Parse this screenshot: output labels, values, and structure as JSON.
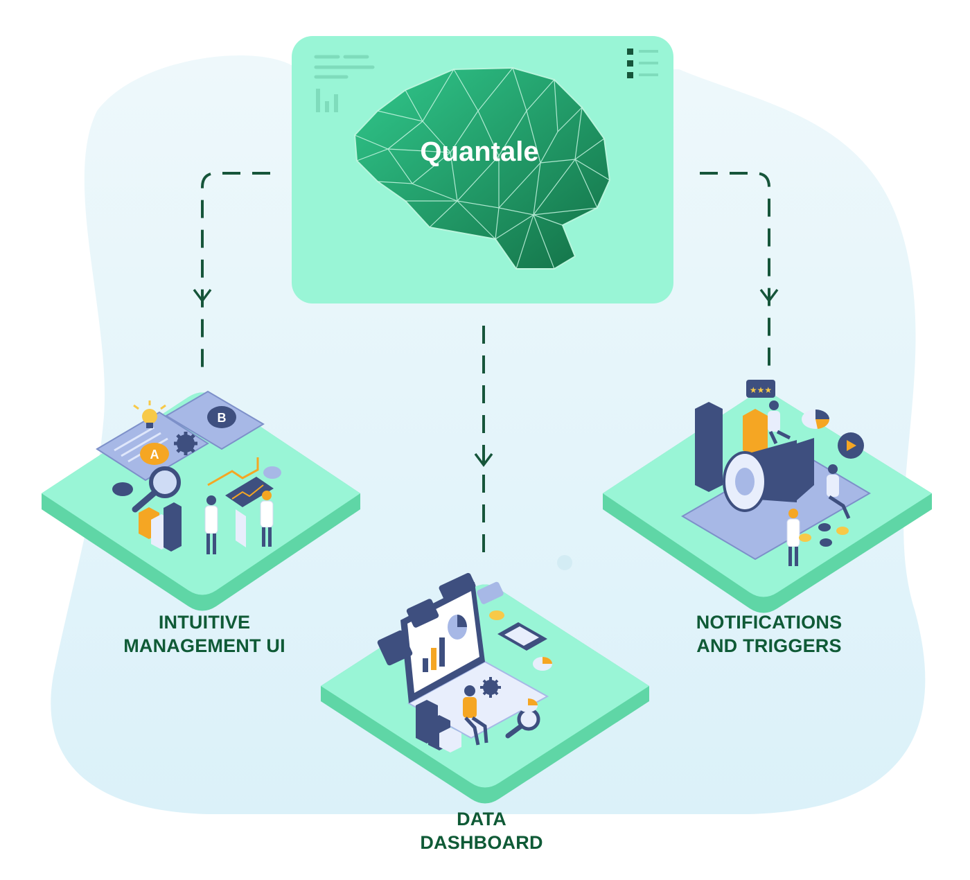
{
  "central": {
    "brand": "Quantale"
  },
  "nodes": {
    "left": {
      "line1": "INTUITIVE",
      "line2": "MANAGEMENT UI"
    },
    "middle": {
      "line1": "DATA",
      "line2": "DASHBOARD"
    },
    "right": {
      "line1": "NOTIFICATIONS",
      "line2": "AND TRIGGERS"
    }
  },
  "badges": {
    "a": "A",
    "b": "B"
  },
  "colors": {
    "mint": "#99f5d6",
    "mint_dark": "#5fd6a6",
    "brain_light": "#2fc58a",
    "brain_dark": "#157a4e",
    "label_green": "#0f5a36",
    "connector": "#16553a",
    "backdrop_blob": "#e3f4fa",
    "navy": "#3e4f7f",
    "amber": "#f5a623"
  }
}
